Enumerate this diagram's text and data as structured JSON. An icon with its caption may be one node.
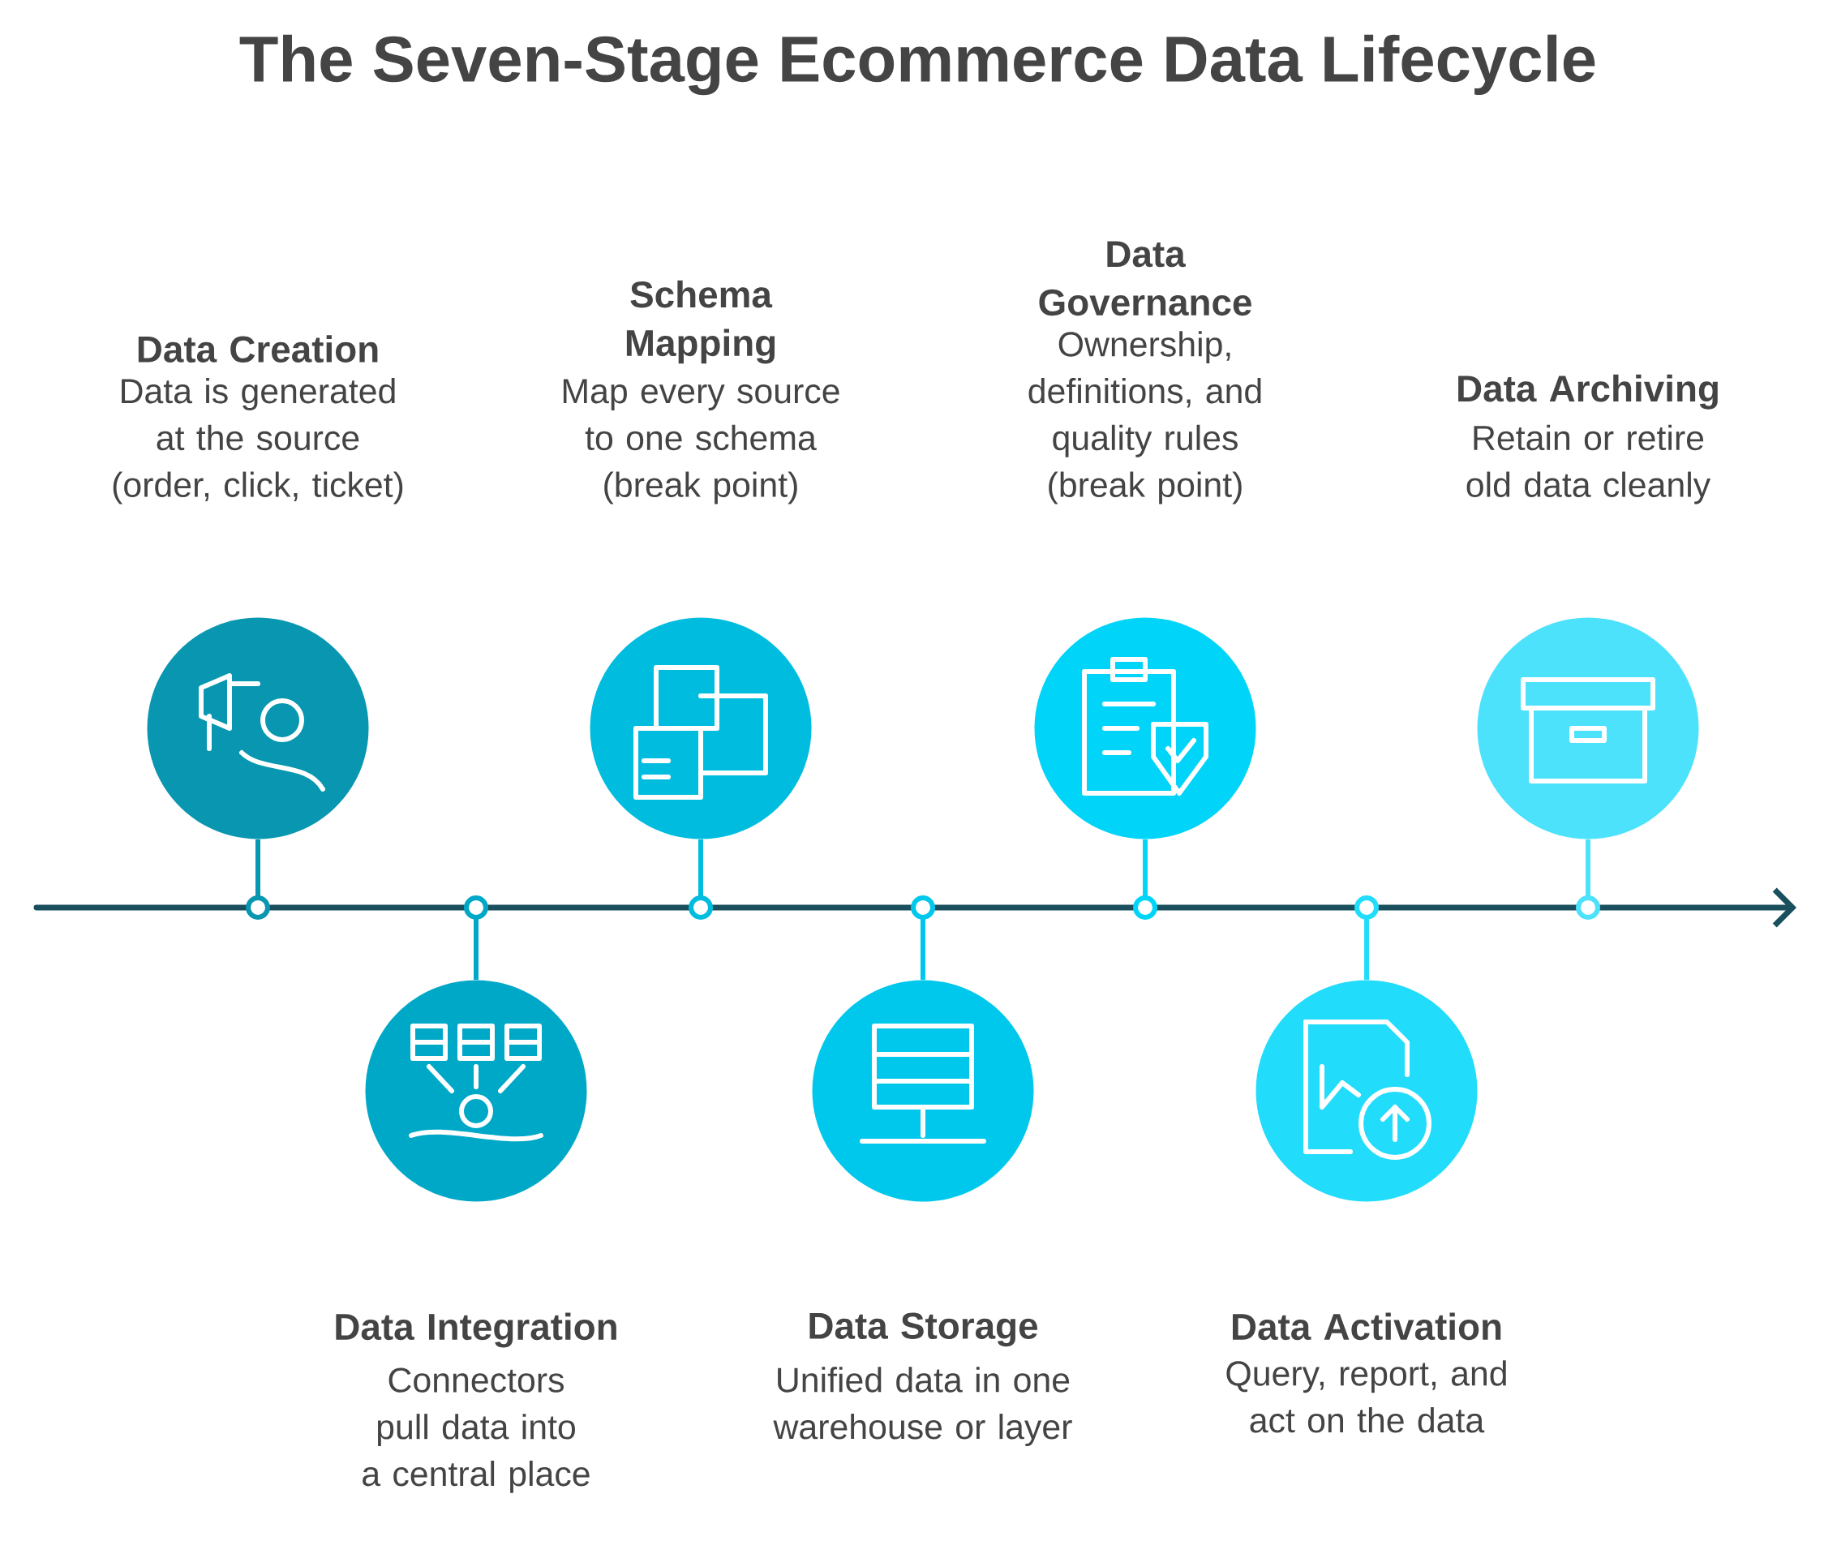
{
  "diagram": {
    "title": "The Seven-Stage Ecommerce Data Lifecycle",
    "nodes": [
      {
        "text": [],
        "shape": "circle",
        "beside": [
          "Data Creation",
          "Data is generated at the source (order, click, ticket)"
        ]
      },
      {
        "text": [],
        "shape": "circle",
        "beside": [
          "Data Integration",
          "Connectors pull data into a central place"
        ]
      },
      {
        "text": [],
        "shape": "circle",
        "beside": [
          "Schema Mapping",
          "Map every source to one schema (break point)"
        ]
      },
      {
        "text": [],
        "shape": "circle",
        "beside": [
          "Data Storage",
          "Unified data in one warehouse or layer"
        ]
      },
      {
        "text": [],
        "shape": "circle",
        "beside": [
          "Data Governance",
          "Ownership, definitions, and quality rules (break point)"
        ]
      },
      {
        "text": [],
        "shape": "circle",
        "beside": [
          "Data Activation",
          "Query, report, and act on the data"
        ]
      },
      {
        "text": [],
        "shape": "circle",
        "beside": [
          "Data Archiving",
          "Retain or retire old data cleanly"
        ]
      }
    ]
  }
}
